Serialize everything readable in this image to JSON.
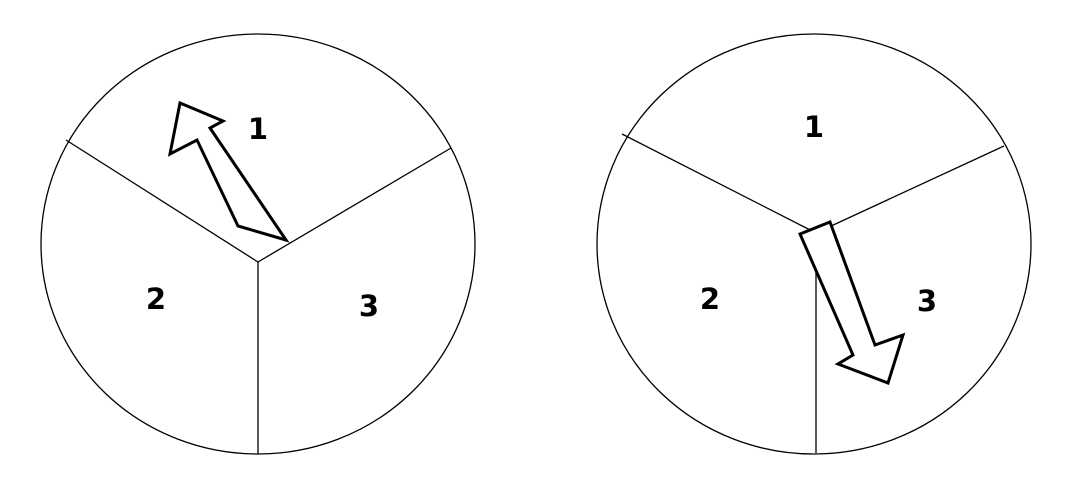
{
  "spinners": [
    {
      "id": "left",
      "sector_labels": [
        "1",
        "2",
        "3"
      ],
      "arrow_points_to": "1"
    },
    {
      "id": "right",
      "sector_labels": [
        "1",
        "2",
        "3"
      ],
      "arrow_points_to": "3"
    }
  ],
  "colors": {
    "line": "#000000",
    "fill": "#ffffff"
  }
}
